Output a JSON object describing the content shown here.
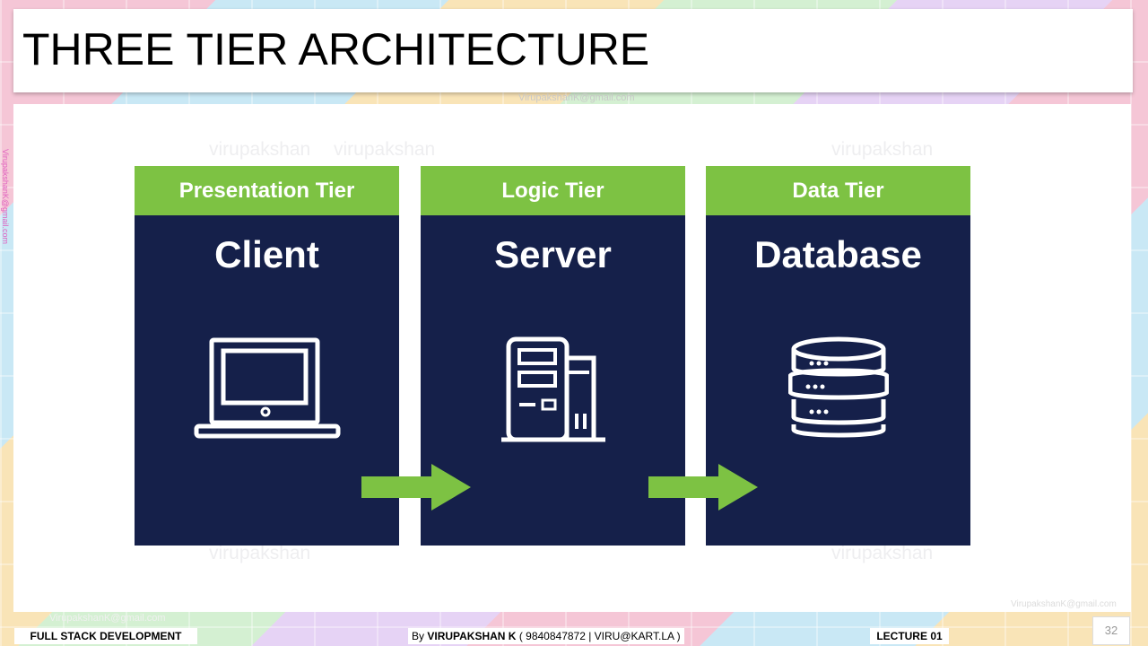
{
  "title": "THREE TIER ARCHITECTURE",
  "watermark_email": "VirupakshanK@gmail.com",
  "watermark_word": "virupakshan",
  "tiers": [
    {
      "header": "Presentation Tier",
      "name": "Client",
      "icon": "laptop-icon"
    },
    {
      "header": "Logic Tier",
      "name": "Server",
      "icon": "server-icon"
    },
    {
      "header": "Data Tier",
      "name": "Database",
      "icon": "database-icon"
    }
  ],
  "footer": {
    "course": "FULL STACK DEVELOPMENT",
    "by_prefix": "By",
    "author": "VIRUPAKSHAN K",
    "contact": "( 9840847872 | VIRU@KART.LA )",
    "lecture": "LECTURE 01",
    "page": "32"
  },
  "colors": {
    "panel_bg": "#15204a",
    "header_green": "#7dc243",
    "arrow_green": "#7dc243"
  }
}
